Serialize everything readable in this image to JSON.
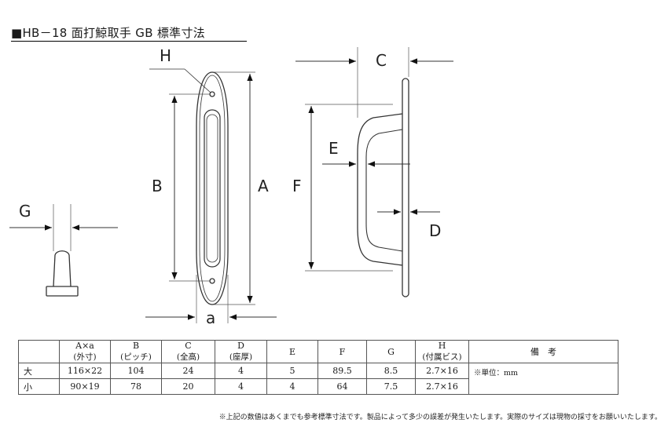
{
  "title": "■HB－18  面打鯨取手  GB  標準寸法",
  "labels": {
    "H": "H",
    "B": "B",
    "A": "A",
    "a": "a",
    "C": "C",
    "E": "E",
    "F": "F",
    "D": "D",
    "G": "G"
  },
  "table": {
    "headers": [
      {
        "main": "",
        "sub": ""
      },
      {
        "main": "A×a",
        "sub": "(外寸)"
      },
      {
        "main": "B",
        "sub": "(ピッチ)"
      },
      {
        "main": "C",
        "sub": "(全高)"
      },
      {
        "main": "D",
        "sub": "(座厚)"
      },
      {
        "main": "E",
        "sub": ""
      },
      {
        "main": "F",
        "sub": ""
      },
      {
        "main": "G",
        "sub": ""
      },
      {
        "main": "H",
        "sub": "(付属ビス)"
      },
      {
        "main": "備　考",
        "sub": ""
      }
    ],
    "rows": [
      {
        "size": "大",
        "Axa": "116×22",
        "B": "104",
        "C": "24",
        "D": "4",
        "E": "5",
        "F": "89.5",
        "G": "8.5",
        "H": "2.7×16"
      },
      {
        "size": "小",
        "Axa": "90×19",
        "B": "78",
        "C": "20",
        "D": "4",
        "E": "4",
        "F": "64",
        "G": "7.5",
        "H": "2.7×16"
      }
    ],
    "remark": "※単位：mm"
  },
  "footnote": "※上記の数値はあくまでも参考標準寸法です。製品によって多少の誤差が発生いたします。実際のサイズは現物の採寸をお願いいたします。"
}
